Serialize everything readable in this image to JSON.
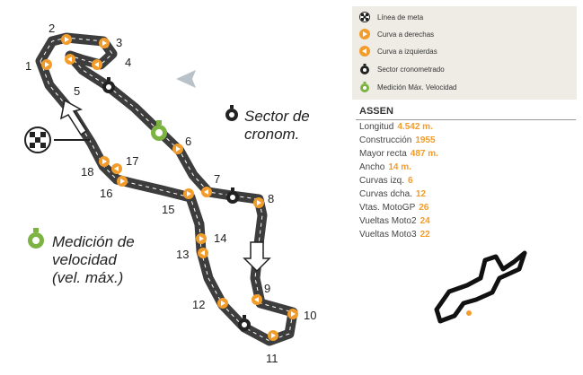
{
  "legend": {
    "finish_line": "Línea de meta",
    "right_curve": "Curva a derechas",
    "left_curve": "Curva a izquierdas",
    "timed_sector": "Sector cronometrado",
    "max_speed": "Medición Máx. Velocidad"
  },
  "labels": {
    "sector_line1": "Sector de",
    "sector_line2": "cronom.",
    "speed_line1": "Medición de",
    "speed_line2": "velocidad",
    "speed_line3": "(vel. máx.)"
  },
  "stats": {
    "title": "ASSEN",
    "rows": [
      {
        "label": "Longitud",
        "value": "4.542 m."
      },
      {
        "label": "Construcción",
        "value": "1955"
      },
      {
        "label": "Mayor recta",
        "value": "487 m."
      },
      {
        "label": "Ancho",
        "value": "14 m."
      },
      {
        "label": "Curvas izq.",
        "value": "6"
      },
      {
        "label": "Curvas dcha.",
        "value": "12"
      },
      {
        "label": "Vtas. MotoGP",
        "value": "26"
      },
      {
        "label": "Vueltas Moto2",
        "value": "24"
      },
      {
        "label": "Vueltas Moto3",
        "value": "22"
      }
    ]
  },
  "turns": [
    "1",
    "2",
    "3",
    "4",
    "5",
    "6",
    "7",
    "8",
    "9",
    "10",
    "11",
    "12",
    "13",
    "14",
    "15",
    "16",
    "17",
    "18"
  ],
  "colors": {
    "accent": "#f29c2b",
    "track": "#3d3d3d",
    "speed": "#7cb342",
    "arrow": "#b9c1c9"
  }
}
